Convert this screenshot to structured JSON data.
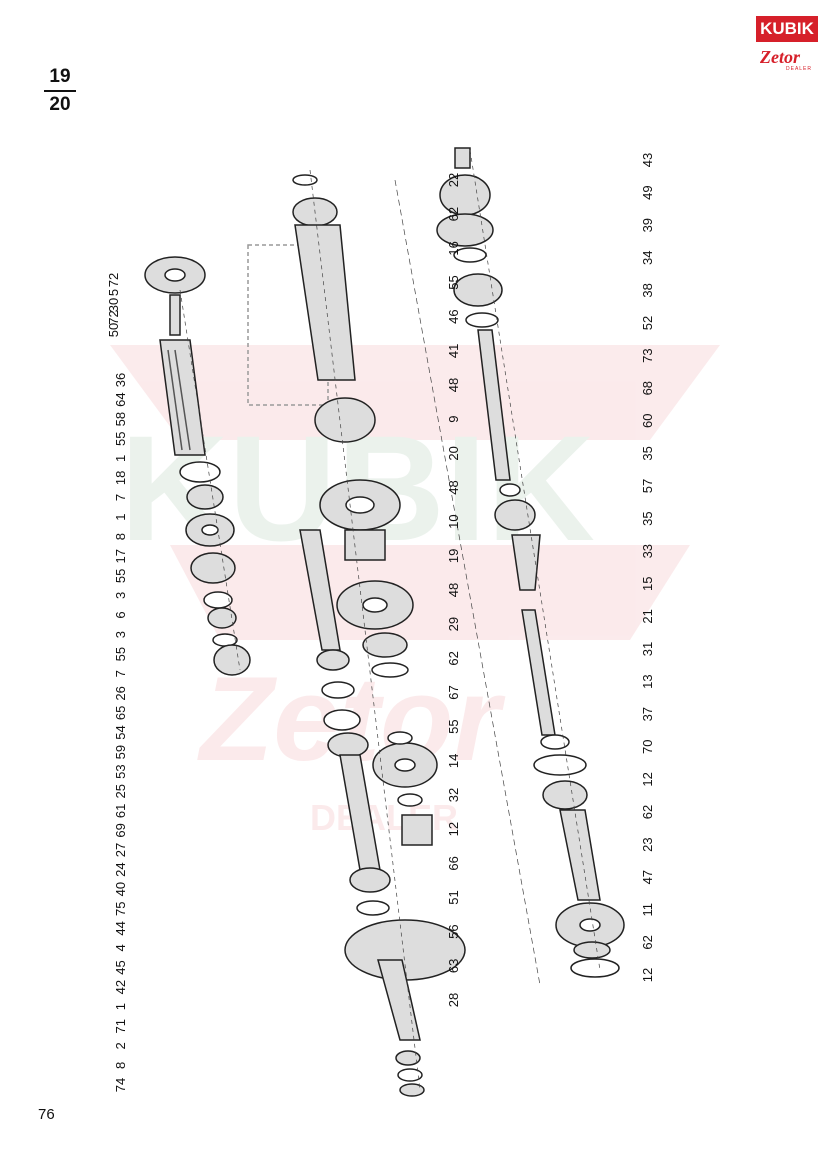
{
  "header": {
    "fraction_top": "19",
    "fraction_bottom": "20"
  },
  "logo": {
    "brand": "KUBIK",
    "sub_brand": "Zetor",
    "tagline": "DEALER"
  },
  "page_number": "76",
  "watermark": {
    "brand": "KUBIK",
    "sub_brand": "Zetor",
    "tagline": "DEALER"
  },
  "part_labels": {
    "col_left_top": [
      "72",
      "5",
      "30",
      "72",
      "50"
    ],
    "col_left": [
      "36",
      "64",
      "58",
      "55",
      "1",
      "18",
      "7",
      "1",
      "8",
      "17",
      "55",
      "3",
      "6",
      "3",
      "55",
      "7",
      "26",
      "65",
      "54",
      "59",
      "53",
      "25",
      "61",
      "69",
      "27",
      "24",
      "40",
      "75",
      "44",
      "4",
      "45",
      "42",
      "1",
      "71",
      "2",
      "8",
      "74"
    ],
    "col_center": [
      "22",
      "62",
      "16",
      "55",
      "46",
      "41",
      "48",
      "9",
      "20",
      "48",
      "10",
      "19",
      "48",
      "29",
      "62",
      "67",
      "55",
      "14",
      "32",
      "12",
      "66",
      "51",
      "56",
      "63",
      "28"
    ],
    "col_right": [
      "43",
      "49",
      "39",
      "34",
      "38",
      "52",
      "73",
      "68",
      "60",
      "35",
      "57",
      "35",
      "33",
      "15",
      "21",
      "31",
      "13",
      "37",
      "70",
      "12",
      "62",
      "23",
      "47",
      "11",
      "62",
      "12"
    ]
  }
}
